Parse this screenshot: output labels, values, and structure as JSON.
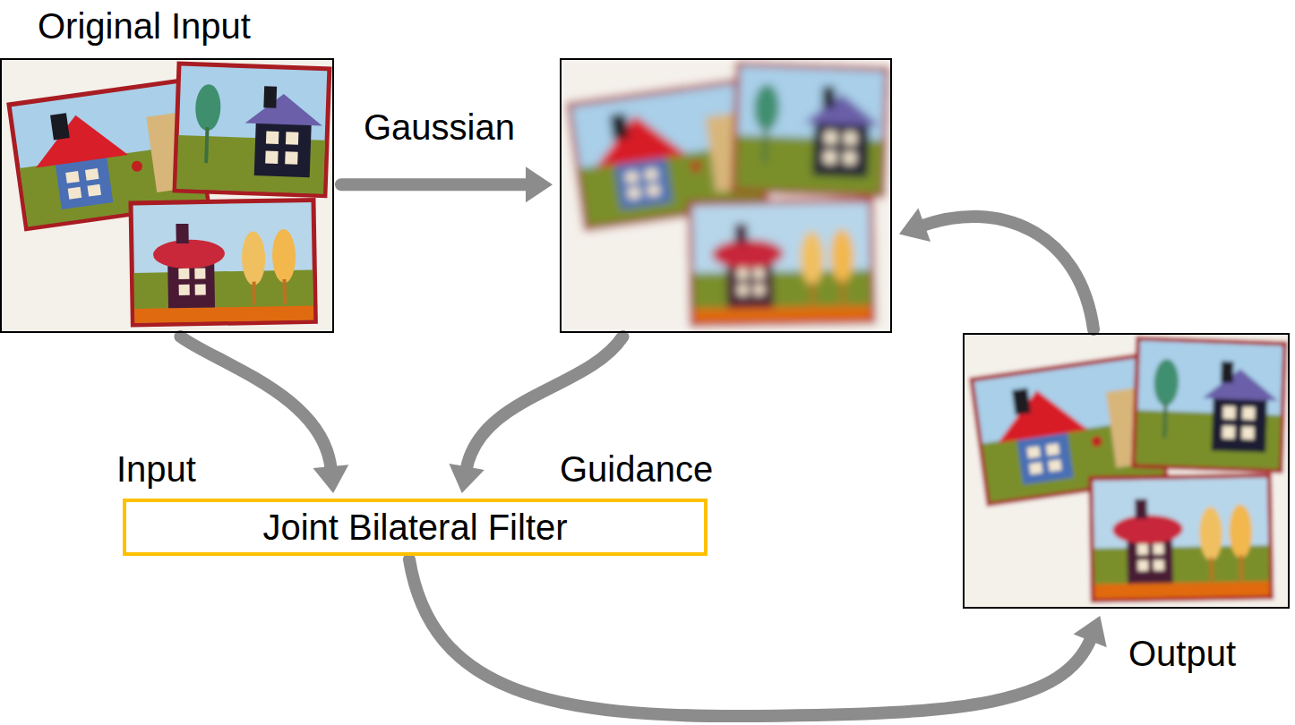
{
  "diagram": {
    "nodes": [
      {
        "text": [
          "Original Input"
        ]
      },
      {
        "text": []
      },
      {
        "text": [
          "Joint Bilateral Filter"
        ]
      },
      {
        "text": [
          "Output"
        ]
      }
    ],
    "edges": [
      {
        "from": 0,
        "to": 1,
        "arrow": "to",
        "label": "Gaussian"
      },
      {
        "from": 0,
        "to": 2,
        "arrow": "to",
        "label": "Input"
      },
      {
        "from": 1,
        "to": 2,
        "arrow": "to",
        "label": "Guidance"
      },
      {
        "from": 2,
        "to": 3,
        "arrow": "to"
      },
      {
        "from": 3,
        "to": 1,
        "arrow": "to"
      }
    ]
  }
}
